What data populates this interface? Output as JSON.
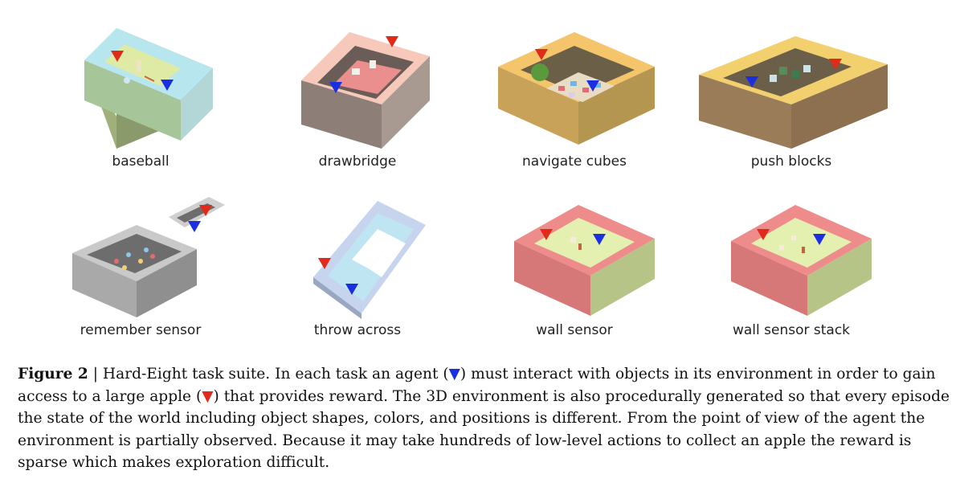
{
  "tasks": [
    {
      "label": "baseball"
    },
    {
      "label": "drawbridge"
    },
    {
      "label": "navigate cubes"
    },
    {
      "label": "push blocks"
    },
    {
      "label": "remember sensor"
    },
    {
      "label": "throw across"
    },
    {
      "label": "wall sensor"
    },
    {
      "label": "wall sensor stack"
    }
  ],
  "caption": {
    "figure_label": "Figure 2",
    "separator": " | ",
    "part1": "Hard-Eight task suite. In each task an agent (",
    "agent_symbol": "▼",
    "part2": ") must interact with objects in its environment in order to gain access to a large apple (",
    "apple_symbol": "▼",
    "part3": ") that provides reward. The 3D environment is also procedurally generated so that every episode the state of the world including object shapes, colors, and positions is different. From the point of view of the agent the environment is partially observed. Because it may take hundreds of low-level actions to collect an apple the reward is sparse which makes exploration difficult."
  },
  "colors": {
    "agent_marker": "#1a2fe0",
    "apple_marker": "#e02a1a"
  },
  "icons": {
    "agent_marker": "blue-down-triangle-icon",
    "apple_marker": "red-down-triangle-icon"
  }
}
